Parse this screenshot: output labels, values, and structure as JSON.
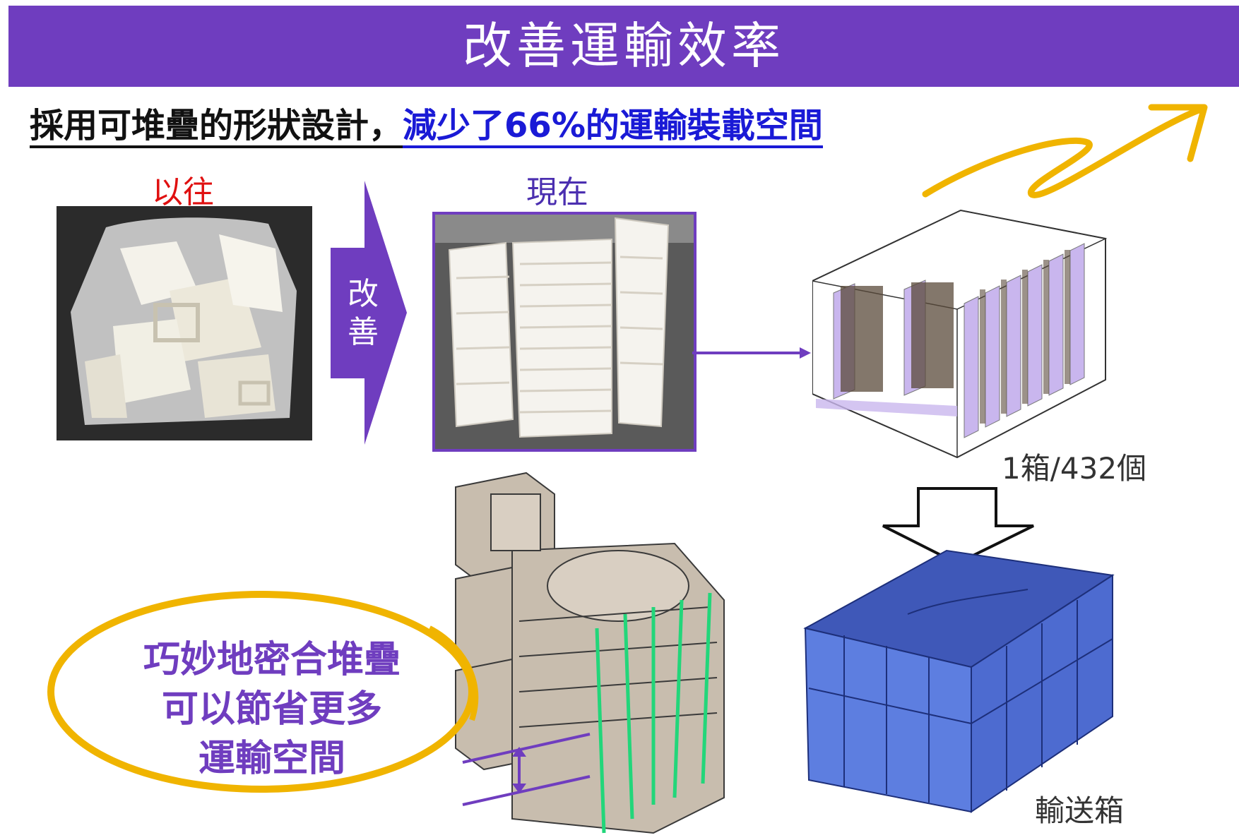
{
  "banner": {
    "title": "改善運輸效率"
  },
  "subtitle": {
    "part1": "採用可堆疊的形狀設計，",
    "part2": "減少了66%的運輸裝載空間"
  },
  "labels": {
    "before": "以往",
    "after": "現在",
    "arrow": "改善",
    "box_capacity": "1箱/432個",
    "bin": "輸送箱",
    "bubble_line1": "巧妙地密合堆疊",
    "bubble_line2": "可以節省更多",
    "bubble_line3": "運輸空間"
  },
  "colors": {
    "accent": "#6f3dbf",
    "highlight": "#1a1ad6",
    "before": "#e01010",
    "bubble_ring": "#f0b400",
    "bin_blue": "#4f6fd8"
  }
}
